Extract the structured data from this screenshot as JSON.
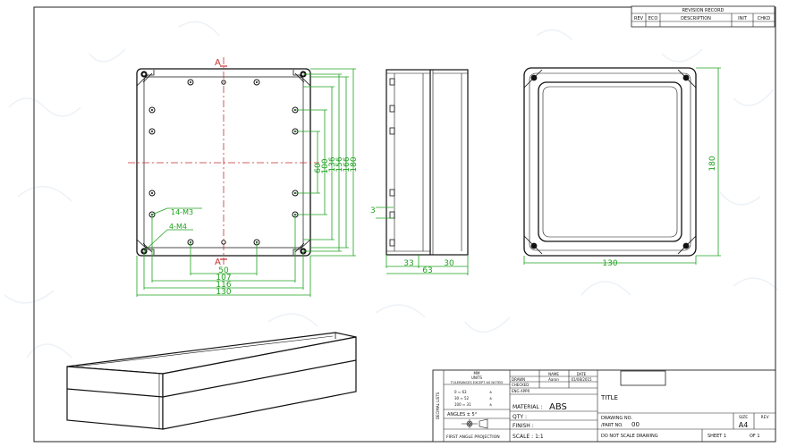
{
  "revision_block": {
    "title": "REVISION RECORD",
    "headers": [
      "REV",
      "ECO",
      "DESCRIPTION",
      "INIT",
      "CHKD"
    ]
  },
  "top_view": {
    "section_marker": "A",
    "callout_m3": "14-M3",
    "callout_m4": "4-M4",
    "dims_vertical": [
      "60",
      "100",
      "136",
      "156",
      "166",
      "180"
    ],
    "dims_horizontal": [
      "50",
      "107",
      "116",
      "130"
    ]
  },
  "side_view": {
    "dim_step": "3",
    "dims_horizontal": [
      "33",
      "30",
      "63"
    ]
  },
  "front_view": {
    "dim_height": "180",
    "dim_width": "130"
  },
  "title_block": {
    "mm_label": "MM",
    "units_label": "UNITS",
    "tolerance_label": "TOLERANCES EXCEPT AS NOTED",
    "decimal_side_label": "DECIMAL LISTS",
    "tol_rows": [
      {
        "range": "0 ≈ 63",
        "val": "±"
      },
      {
        "range": "30 ≈ 52",
        "val": "±"
      },
      {
        "range": "100 ≈ 31",
        "val": "±"
      }
    ],
    "angles_label": "ANGLES ± 5°",
    "projection_label": "FIRST ANGLE PROJECTION",
    "name_header": "NAME",
    "date_header": "DATE",
    "drawn_label": "DRAWN",
    "drawn_name": "Aaron",
    "drawn_date": "01/08/2015",
    "checked_label": "CHECKED",
    "eng_appr_label": "ENG APPR",
    "material_label": "MATERIAL :",
    "material_value": "ABS",
    "qty_label": "QTY :",
    "finish_label": "FINISH :",
    "scale_label": "SCALE : 1:1",
    "title_label": "TITLE",
    "drawing_no_label": "DRAWING NO.",
    "part_no_label": "/PART NO.",
    "part_no_value": "00",
    "size_label": "SIZE",
    "size_value": "A4",
    "rev_label": "REV",
    "no_scale_label": "DO NOT SCALE DRAWING",
    "sheet_label": "SHEET 1",
    "sheet_of": "OF 1"
  }
}
